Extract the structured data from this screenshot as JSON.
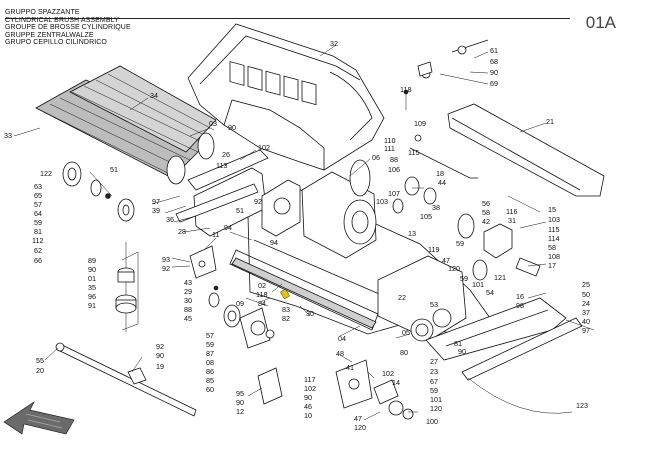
{
  "titles": [
    "GRUPPO SPAZZANTE",
    "CYLINDRICAL BRUSH ASSEMBLY",
    "GROUPE DE BROSSE CYLINDRIQUE",
    "GRUPPE ZENTRALWALZE",
    "GRUPO CEPILLO CILINDRICO"
  ],
  "table_code": "01A",
  "callouts": [
    {
      "id": "c32",
      "text": "32"
    },
    {
      "id": "c34",
      "text": "34"
    },
    {
      "id": "c33",
      "text": "33"
    },
    {
      "id": "c21",
      "text": "21"
    },
    {
      "id": "c61",
      "text": "61"
    },
    {
      "id": "c68",
      "text": "68"
    },
    {
      "id": "c90a",
      "text": "90"
    },
    {
      "id": "c69",
      "text": "69"
    },
    {
      "id": "c118a",
      "text": "118"
    },
    {
      "id": "c109",
      "text": "109"
    },
    {
      "id": "c110",
      "text": "110"
    },
    {
      "id": "c111",
      "text": "111"
    },
    {
      "id": "c88a",
      "text": "88"
    },
    {
      "id": "c115a",
      "text": "115"
    },
    {
      "id": "c18",
      "text": "18"
    },
    {
      "id": "c44",
      "text": "44"
    },
    {
      "id": "c106",
      "text": "106"
    },
    {
      "id": "c06",
      "text": "06"
    },
    {
      "id": "c38",
      "text": "38"
    },
    {
      "id": "c107",
      "text": "107"
    },
    {
      "id": "c103a",
      "text": "103"
    },
    {
      "id": "c105",
      "text": "105"
    },
    {
      "id": "c15",
      "text": "15"
    },
    {
      "id": "c103b",
      "text": "103"
    },
    {
      "id": "c116",
      "text": "116"
    },
    {
      "id": "c56",
      "text": "56"
    },
    {
      "id": "c58a",
      "text": "58"
    },
    {
      "id": "c42",
      "text": "42"
    },
    {
      "id": "c31",
      "text": "31"
    },
    {
      "id": "c115b",
      "text": "115"
    },
    {
      "id": "c114",
      "text": "114"
    },
    {
      "id": "c58b",
      "text": "58"
    },
    {
      "id": "c108",
      "text": "108"
    },
    {
      "id": "c17",
      "text": "17"
    },
    {
      "id": "c13",
      "text": "13"
    },
    {
      "id": "c119",
      "text": "119"
    },
    {
      "id": "c59a",
      "text": "59"
    },
    {
      "id": "c47a",
      "text": "47"
    },
    {
      "id": "c120a",
      "text": "120"
    },
    {
      "id": "c121",
      "text": "121"
    },
    {
      "id": "c101a",
      "text": "101"
    },
    {
      "id": "c25",
      "text": "25"
    },
    {
      "id": "c50",
      "text": "50"
    },
    {
      "id": "c24",
      "text": "24"
    },
    {
      "id": "c37",
      "text": "37"
    },
    {
      "id": "c40",
      "text": "40"
    },
    {
      "id": "c97a",
      "text": "97"
    },
    {
      "id": "c16",
      "text": "16"
    },
    {
      "id": "c98",
      "text": "98"
    },
    {
      "id": "c54",
      "text": "54"
    },
    {
      "id": "c59b",
      "text": "59"
    },
    {
      "id": "c22",
      "text": "22"
    },
    {
      "id": "c53",
      "text": "53"
    },
    {
      "id": "c05",
      "text": "05"
    },
    {
      "id": "c80",
      "text": "80"
    },
    {
      "id": "c81",
      "text": "81"
    },
    {
      "id": "c90b",
      "text": "90"
    },
    {
      "id": "c122",
      "text": "122"
    },
    {
      "id": "c63",
      "text": "63"
    },
    {
      "id": "c65",
      "text": "65"
    },
    {
      "id": "c57a",
      "text": "57"
    },
    {
      "id": "c64",
      "text": "64"
    },
    {
      "id": "c59c",
      "text": "59"
    },
    {
      "id": "c81b",
      "text": "81"
    },
    {
      "id": "c112",
      "text": "112"
    },
    {
      "id": "c62",
      "text": "62"
    },
    {
      "id": "c66",
      "text": "66"
    },
    {
      "id": "c51a",
      "text": "51"
    },
    {
      "id": "c03",
      "text": "03"
    },
    {
      "id": "c90c",
      "text": "90"
    },
    {
      "id": "c26",
      "text": "26"
    },
    {
      "id": "c102a",
      "text": "102"
    },
    {
      "id": "c113",
      "text": "113"
    },
    {
      "id": "c97b",
      "text": "97"
    },
    {
      "id": "c39",
      "text": "39"
    },
    {
      "id": "c36",
      "text": "36"
    },
    {
      "id": "c28",
      "text": "28"
    },
    {
      "id": "c51b",
      "text": "51"
    },
    {
      "id": "c92a",
      "text": "92"
    },
    {
      "id": "c94a",
      "text": "94"
    },
    {
      "id": "c11",
      "text": "11"
    },
    {
      "id": "c94b",
      "text": "94"
    },
    {
      "id": "c89",
      "text": "89"
    },
    {
      "id": "c90d",
      "text": "90"
    },
    {
      "id": "c01",
      "text": "01"
    },
    {
      "id": "c35",
      "text": "35"
    },
    {
      "id": "c96",
      "text": "96"
    },
    {
      "id": "c91",
      "text": "91"
    },
    {
      "id": "c93",
      "text": "93"
    },
    {
      "id": "c92b",
      "text": "92"
    },
    {
      "id": "c43",
      "text": "43"
    },
    {
      "id": "c29",
      "text": "29"
    },
    {
      "id": "c30a",
      "text": "30"
    },
    {
      "id": "c88b",
      "text": "88"
    },
    {
      "id": "c45",
      "text": "45"
    },
    {
      "id": "c02",
      "text": "02"
    },
    {
      "id": "c118b",
      "text": "118"
    },
    {
      "id": "c84",
      "text": "84"
    },
    {
      "id": "c83",
      "text": "83"
    },
    {
      "id": "c82",
      "text": "82"
    },
    {
      "id": "c09",
      "text": "09"
    },
    {
      "id": "c30b",
      "text": "30"
    },
    {
      "id": "c57b",
      "text": "57"
    },
    {
      "id": "c59d",
      "text": "59"
    },
    {
      "id": "c87",
      "text": "87"
    },
    {
      "id": "c08",
      "text": "08"
    },
    {
      "id": "c86",
      "text": "86"
    },
    {
      "id": "c85",
      "text": "85"
    },
    {
      "id": "c60",
      "text": "60"
    },
    {
      "id": "c04",
      "text": "04"
    },
    {
      "id": "c55",
      "text": "55"
    },
    {
      "id": "c20",
      "text": "20"
    },
    {
      "id": "c92c",
      "text": "92"
    },
    {
      "id": "c90e",
      "text": "90"
    },
    {
      "id": "c19",
      "text": "19"
    },
    {
      "id": "c48",
      "text": "48"
    },
    {
      "id": "c41",
      "text": "41"
    },
    {
      "id": "c117",
      "text": "117"
    },
    {
      "id": "c102b",
      "text": "102"
    },
    {
      "id": "c90f",
      "text": "90"
    },
    {
      "id": "c46",
      "text": "46"
    },
    {
      "id": "c10",
      "text": "10"
    },
    {
      "id": "c102c",
      "text": "102"
    },
    {
      "id": "c14",
      "text": "14"
    },
    {
      "id": "c95",
      "text": "95"
    },
    {
      "id": "c90g",
      "text": "90"
    },
    {
      "id": "c12",
      "text": "12"
    },
    {
      "id": "c47b",
      "text": "47"
    },
    {
      "id": "c120b",
      "text": "120"
    },
    {
      "id": "c100",
      "text": "100"
    },
    {
      "id": "c27",
      "text": "27"
    },
    {
      "id": "c23",
      "text": "23"
    },
    {
      "id": "c67",
      "text": "67"
    },
    {
      "id": "c59e",
      "text": "59"
    },
    {
      "id": "c101b",
      "text": "101"
    },
    {
      "id": "c120c",
      "text": "120"
    },
    {
      "id": "c123",
      "text": "123"
    }
  ]
}
